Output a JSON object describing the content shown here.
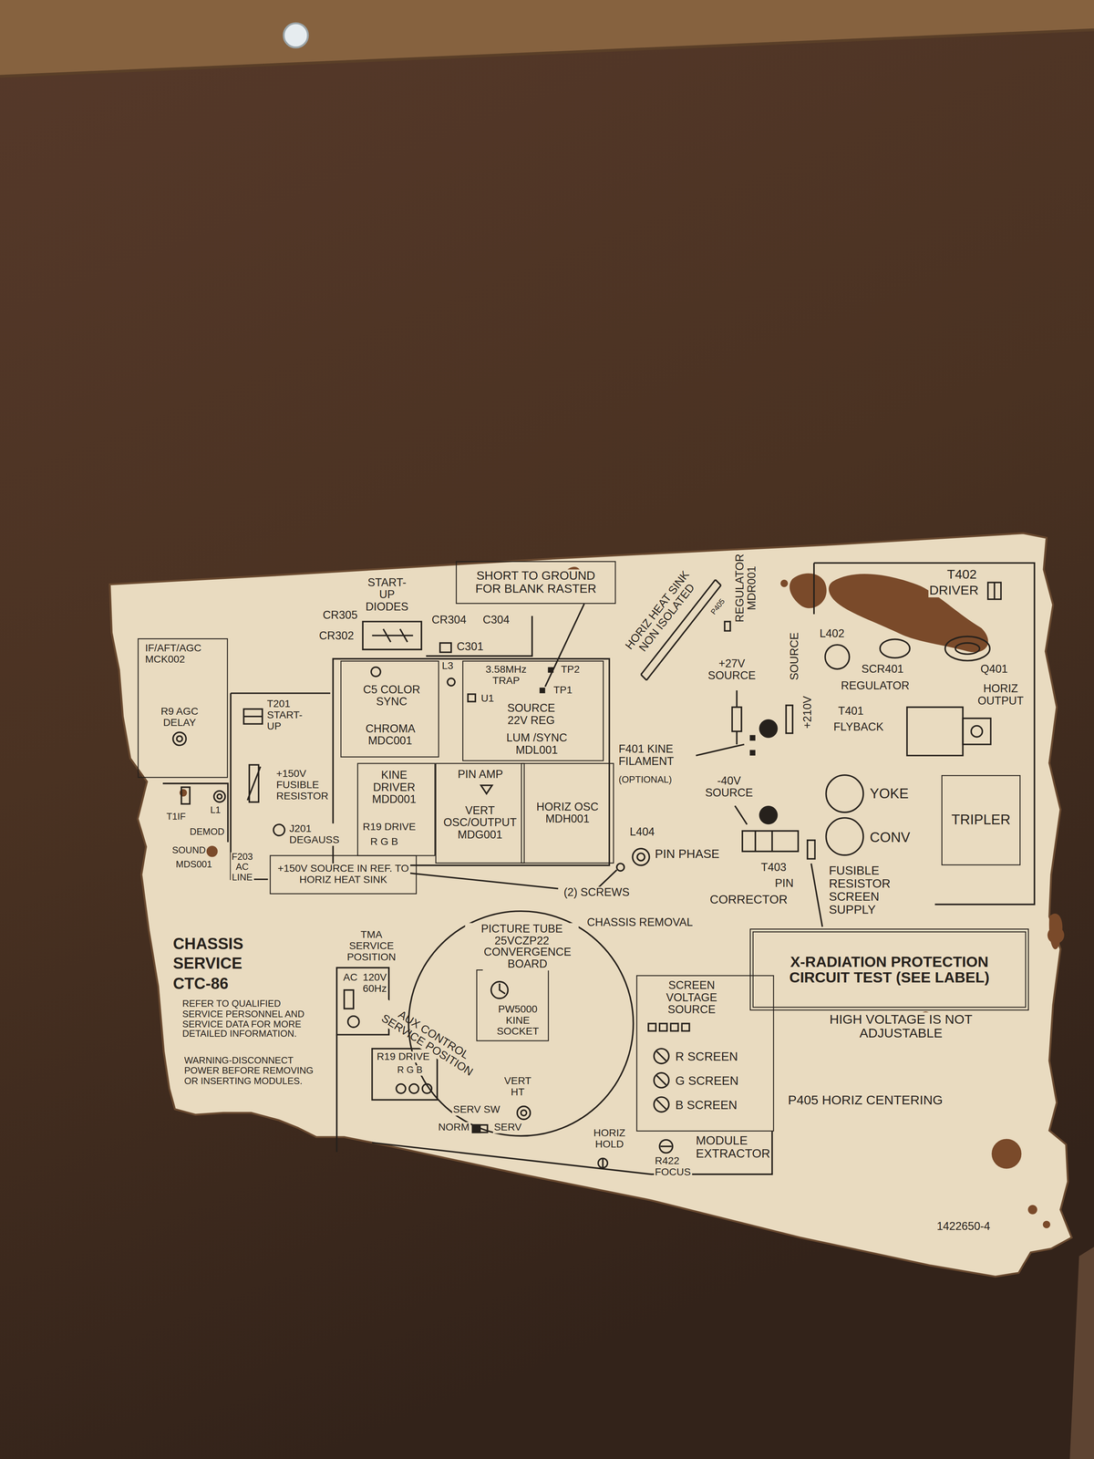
{
  "diagram": {
    "title": "CHASSIS SERVICE CTC-86",
    "nodes": [
      {
        "text": [
          "SHORT TO GROUND FOR BLANK RASTER"
        ]
      },
      {
        "text": [
          "IF/AFT/AGC MCK002",
          "R9 AGC DELAY"
        ]
      },
      {
        "text": [
          "C5 COLOR SYNC",
          "CHROMA MDC001"
        ]
      },
      {
        "text": [
          "3.58MHz TRAP",
          "TP2",
          "TP1",
          "U1",
          "SOURCE 22V REG",
          "LUM /SYNC MDL001"
        ]
      },
      {
        "text": [
          "KINE DRIVER MDD001",
          "R19 DRIVE",
          "R G B"
        ]
      },
      {
        "text": [
          "PIN AMP",
          "VERT OSC/OUTPUT MDG001"
        ]
      },
      {
        "text": [
          "HORIZ OSC MDH001"
        ]
      },
      {
        "text": [
          "+150V SOURCE IN REF. TO HORIZ HEAT SINK"
        ]
      },
      {
        "text": [
          "TRIPLER"
        ]
      },
      {
        "text": [
          "X-RADIATION PROTECTION CIRCUIT TEST (SEE LABEL)"
        ]
      },
      {
        "text": [
          "PICTURE TUBE 25VCZP22"
        ]
      },
      {
        "text": [
          "CONVERGENCE BOARD",
          "PW5000 KINE SOCKET"
        ],
        "in": 10
      },
      {
        "text": [
          "SCREEN VOLTAGE SOURCE",
          "R SCREEN",
          "G SCREEN",
          "B SCREEN"
        ]
      }
    ],
    "labels": [
      "START-UP DIODES",
      "CR305",
      "CR302",
      "CR304",
      "C304",
      "C301",
      "L3",
      "HORIZ HEAT SINK NON ISOLATED",
      "P405",
      "REGULATOR MDR001",
      "T402",
      "DRIVER",
      "L402",
      "SCR401",
      "REGULATOR",
      "Q401",
      "HORIZ OUTPUT",
      "+27V SOURCE",
      "SOURCE",
      "+210V",
      "T401",
      "FLYBACK",
      "F401 KINE FILAMENT",
      "(OPTIONAL)",
      "-40V SOURCE",
      "L404",
      "PIN PHASE",
      "T403",
      "PIN",
      "CORRECTOR",
      "YOKE",
      "CONV",
      "FUSIBLE RESISTOR SCREEN SUPPLY",
      "(2) SCREWS",
      "CHASSIS REMOVAL",
      "HIGH VOLTAGE IS NOT ADJUSTABLE",
      "P405 HORIZ CENTERING",
      "1422650-4",
      "T201 START-UP",
      "+150V FUSIBLE RESISTOR",
      "J201 DEGAUSS",
      "T1IF",
      "L1",
      "DEMOD",
      "SOUND",
      "MDS001",
      "F203 AC LINE",
      "REFER TO QUALIFIED SERVICE PERSONNEL AND SERVICE DATA FOR MORE DETAILED INFORMATION.",
      "WARNING-DISCONNECT POWER BEFORE REMOVING OR INSERTING MODULES.",
      "TMA SERVICE POSITION",
      "AC",
      "120V 60Hz",
      "AUX CONTROL SERVICE POSITION",
      "R19 DRIVE",
      "R G B",
      "VERT HT",
      "SERV SW",
      "NORM",
      "SERV",
      "HORIZ HOLD",
      "MODULE EXTRACTOR",
      "R422 FOCUS"
    ]
  }
}
